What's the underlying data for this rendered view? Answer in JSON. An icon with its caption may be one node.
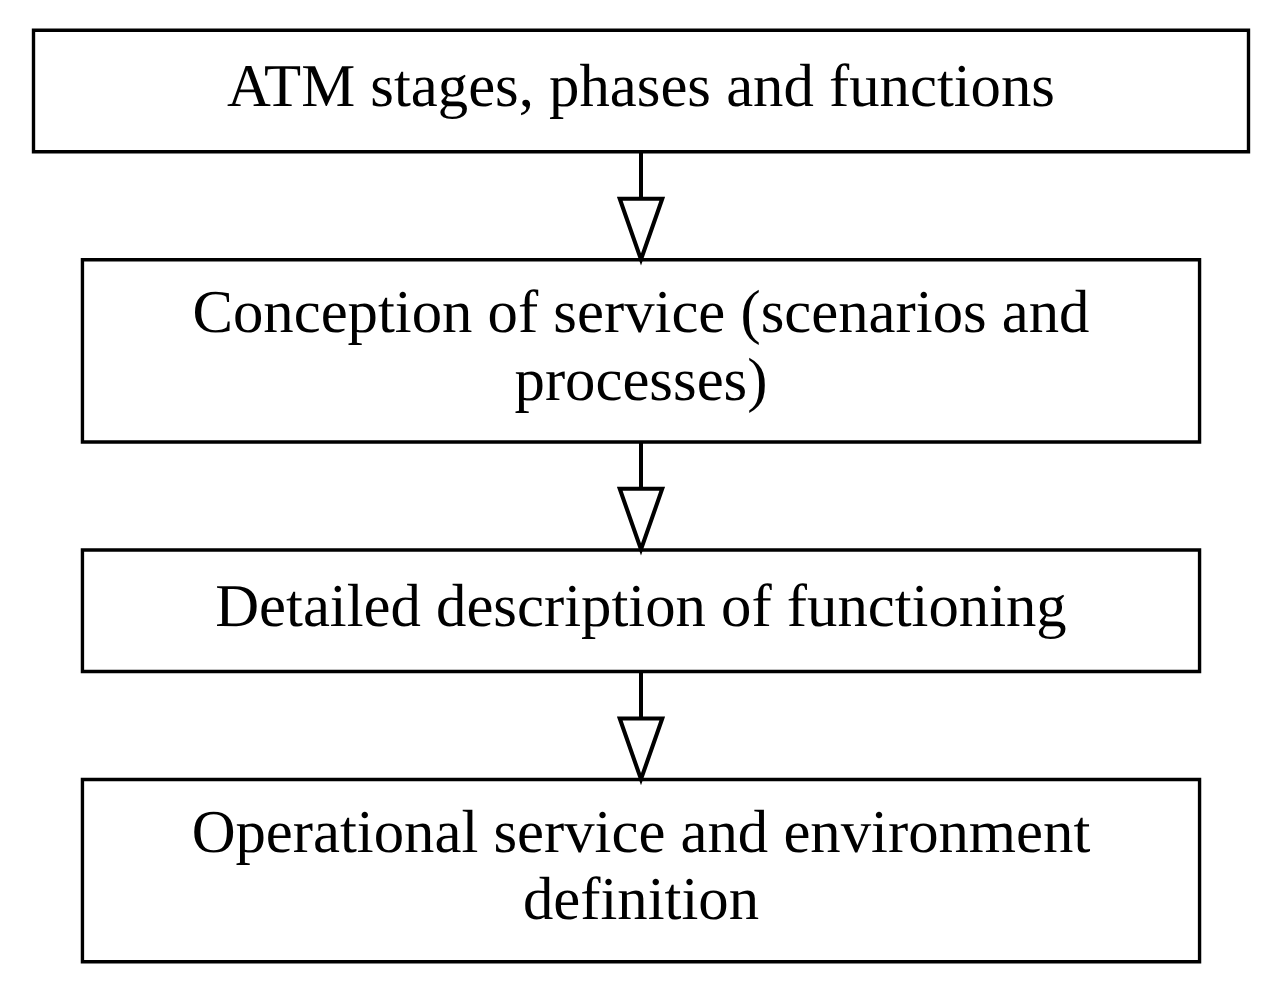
{
  "diagram": {
    "nodes": [
      {
        "text": [
          "ATM stages, phases and functions"
        ]
      },
      {
        "text": [
          "Conception of service (scenarios and processes)"
        ]
      },
      {
        "text": [
          "Detailed description of functioning"
        ]
      },
      {
        "text": [
          "Operational service and environment definition"
        ]
      }
    ],
    "edges": [
      {
        "from": 0,
        "to": 1,
        "arrow": "to"
      },
      {
        "from": 1,
        "to": 2,
        "arrow": "to"
      },
      {
        "from": 2,
        "to": 3,
        "arrow": "to"
      }
    ]
  }
}
